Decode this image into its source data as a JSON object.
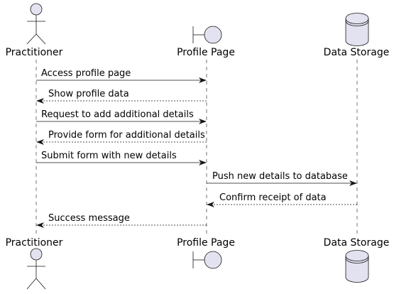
{
  "colors": {
    "participant_fill": "#e2e2f0",
    "stroke": "#181818",
    "lifeline": "#181818",
    "background": "#ffffff"
  },
  "participants": [
    {
      "id": "practitioner",
      "name": "Practitioner",
      "kind": "actor-icon"
    },
    {
      "id": "profile",
      "name": "Profile Page",
      "kind": "boundary-icon"
    },
    {
      "id": "storage",
      "name": "Data Storage",
      "kind": "database-icon"
    }
  ],
  "messages": [
    {
      "text": "Access profile page",
      "from": "practitioner",
      "to": "profile",
      "style": "solid"
    },
    {
      "text": "Show profile data",
      "from": "profile",
      "to": "practitioner",
      "style": "dashed"
    },
    {
      "text": "Request to add additional details",
      "from": "practitioner",
      "to": "profile",
      "style": "solid"
    },
    {
      "text": "Provide form for additional details",
      "from": "profile",
      "to": "practitioner",
      "style": "dashed"
    },
    {
      "text": "Submit form with new details",
      "from": "practitioner",
      "to": "profile",
      "style": "solid"
    },
    {
      "text": "Push new details to database",
      "from": "profile",
      "to": "storage",
      "style": "solid"
    },
    {
      "text": "Confirm receipt of data",
      "from": "storage",
      "to": "profile",
      "style": "dashed"
    },
    {
      "text": "Success message",
      "from": "profile",
      "to": "practitioner",
      "style": "dashed"
    }
  ]
}
